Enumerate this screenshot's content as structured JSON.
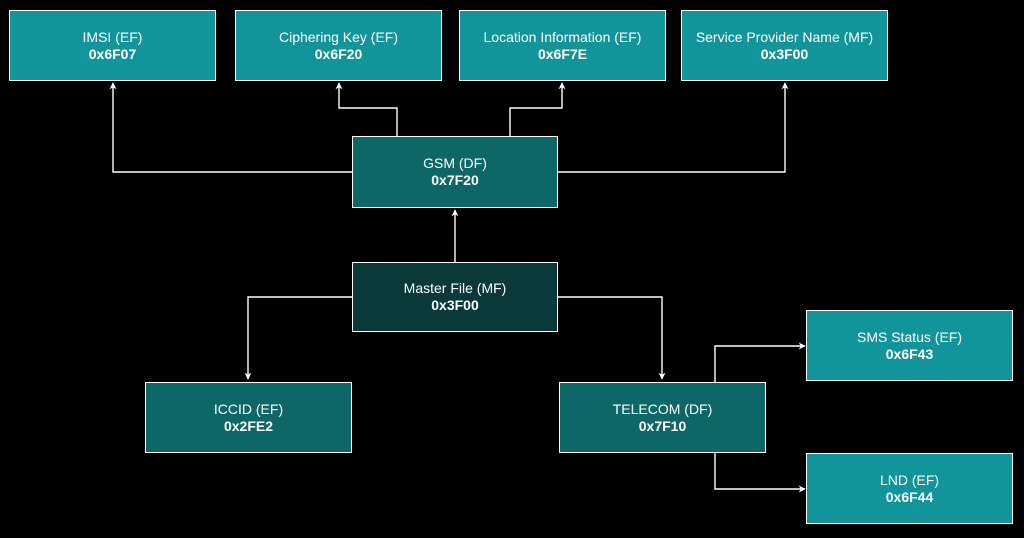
{
  "colors": {
    "leaf_fill": "#11949a",
    "dir_fill": "#0e6767",
    "root_fill": "#093939",
    "stroke": "#ffffff",
    "background": "#000000"
  },
  "nodes": {
    "imsi": {
      "label": "IMSI (EF)",
      "addr": "0x6F07"
    },
    "ciphering_key": {
      "label": "Ciphering Key (EF)",
      "addr": "0x6F20"
    },
    "location_info": {
      "label": "Location Information (EF)",
      "addr": "0x6F7E"
    },
    "spn": {
      "label": "Service Provider Name (MF)",
      "addr": "0x3F00"
    },
    "gsm": {
      "label": "GSM (DF)",
      "addr": "0x7F20"
    },
    "master_file": {
      "label": "Master File (MF)",
      "addr": "0x3F00"
    },
    "iccid": {
      "label": "ICCID (EF)",
      "addr": "0x2FE2"
    },
    "telecom": {
      "label": "TELECOM (DF)",
      "addr": "0x7F10"
    },
    "sms_status": {
      "label": "SMS Status (EF)",
      "addr": "0x6F43"
    },
    "lnd": {
      "label": "LND (EF)",
      "addr": "0x6F44"
    }
  }
}
